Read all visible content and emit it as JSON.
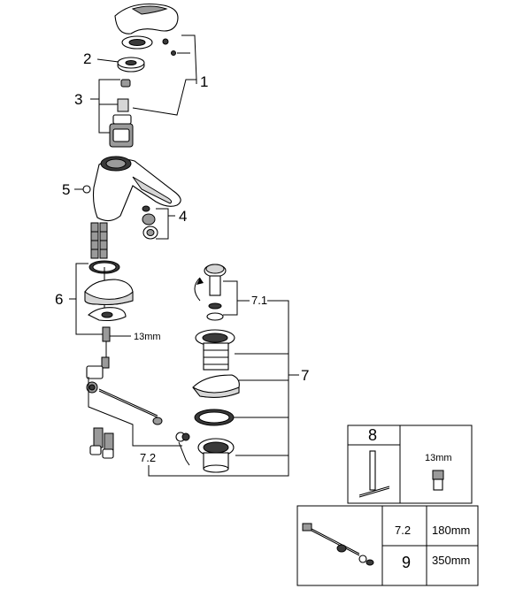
{
  "callouts": {
    "c1": "1",
    "c2": "2",
    "c3": "3",
    "c4": "4",
    "c5": "5",
    "c6": "6",
    "c7": "7",
    "c7_1": "7.1",
    "c7_2": "7.2",
    "wrench_size": "13mm"
  },
  "inset_tool": {
    "item": "8",
    "size": "13mm"
  },
  "inset_rods": {
    "row1_item": "7.2",
    "row1_length": "180mm",
    "row2_item": "9",
    "row2_length": "350mm"
  }
}
